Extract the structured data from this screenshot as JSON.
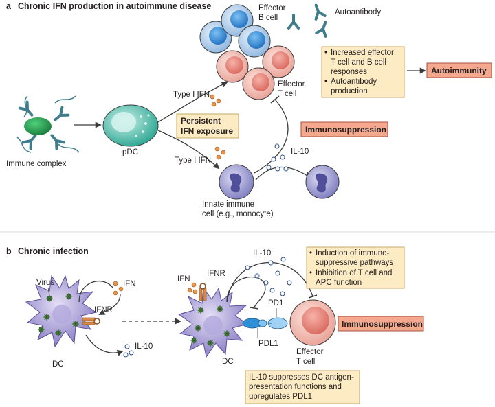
{
  "panel_a": {
    "letter": "a",
    "title": "Chronic IFN production in autoimmune disease",
    "immune_complex": "Immune complex",
    "pdc": "pDC",
    "type1_ifn_upper": "Type I IFN",
    "type1_ifn_lower": "Type I IFN",
    "persistent_lines": [
      "Persistent",
      "IFN exposure"
    ],
    "effector_b_lines": [
      "Effector",
      "B cell"
    ],
    "autoantibody": "Autoantibody",
    "effector_t_lines": [
      "Effector",
      "T cell"
    ],
    "bullets": [
      [
        "Increased effector",
        "T cell and B cell",
        "responses"
      ],
      [
        "Autoantibody",
        "production"
      ]
    ],
    "autoimmunity": "Autoimmunity",
    "immunosuppression": "Immunosuppression",
    "il10": "IL-10",
    "innate_lines": [
      "Innate immune",
      "cell (e.g., monocyte)"
    ]
  },
  "panel_b": {
    "letter": "b",
    "title": "Chronic infection",
    "virus": "Virus",
    "ifn_left": "IFN",
    "ifnr_left": "IFNR",
    "il10_left": "IL-10",
    "dc_left": "DC",
    "ifn_right": "IFN",
    "ifnr_right": "IFNR",
    "il10_top": "IL-10",
    "pd1": "PD1",
    "pdl1": "PDL1",
    "dc_right": "DC",
    "effector_t_lines": [
      "Effector",
      "T cell"
    ],
    "bullets": [
      [
        "Induction of immuno-",
        "suppressive pathways"
      ],
      [
        "Inhibition of T cell and",
        "APC function"
      ]
    ],
    "immunosuppression": "Immunosuppression",
    "note_lines": [
      "IL-10 suppresses DC antigen-",
      "presentation functions and",
      "upregulates PDL1"
    ]
  },
  "colors": {
    "yellow_box": "#fdebc4",
    "yellow_border": "#c8a96a",
    "salmon_box": "#f4a98f",
    "salmon_border": "#a8543e",
    "b_cell_blue": "#3a8fd9",
    "t_cell_red": "#e8837a",
    "dc_purple": "#8f86c9",
    "pdc_teal": "#3cb8a6",
    "ifn_orange": "#e8944a",
    "antibody_teal": "#3f7c8c"
  }
}
